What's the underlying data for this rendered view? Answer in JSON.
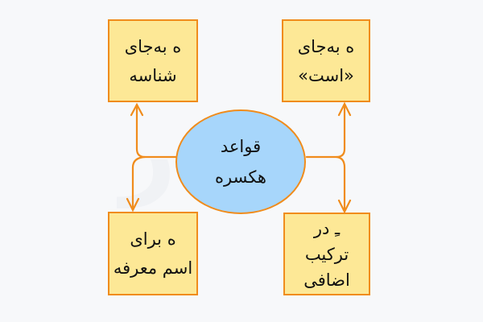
{
  "diagram": {
    "center": {
      "line1": "قواعد",
      "line2": "هکسره"
    },
    "nodes": [
      {
        "id": "top-left",
        "line1": "ه به‌جای",
        "line2": "شناسه"
      },
      {
        "id": "top-right",
        "line1": "ه به‌جای",
        "line2": "«است»"
      },
      {
        "id": "bottom-left",
        "line1": "ه برای",
        "line2": "اسم معرفه"
      },
      {
        "id": "bottom-right",
        "line1": "ـِ در",
        "line2": "ترکیب",
        "line3": "اضافی"
      }
    ],
    "colors": {
      "box_fill": "#fde896",
      "stroke": "#f08c1c",
      "center_fill": "#a7d6fb",
      "background": "#f7f8fa"
    }
  }
}
